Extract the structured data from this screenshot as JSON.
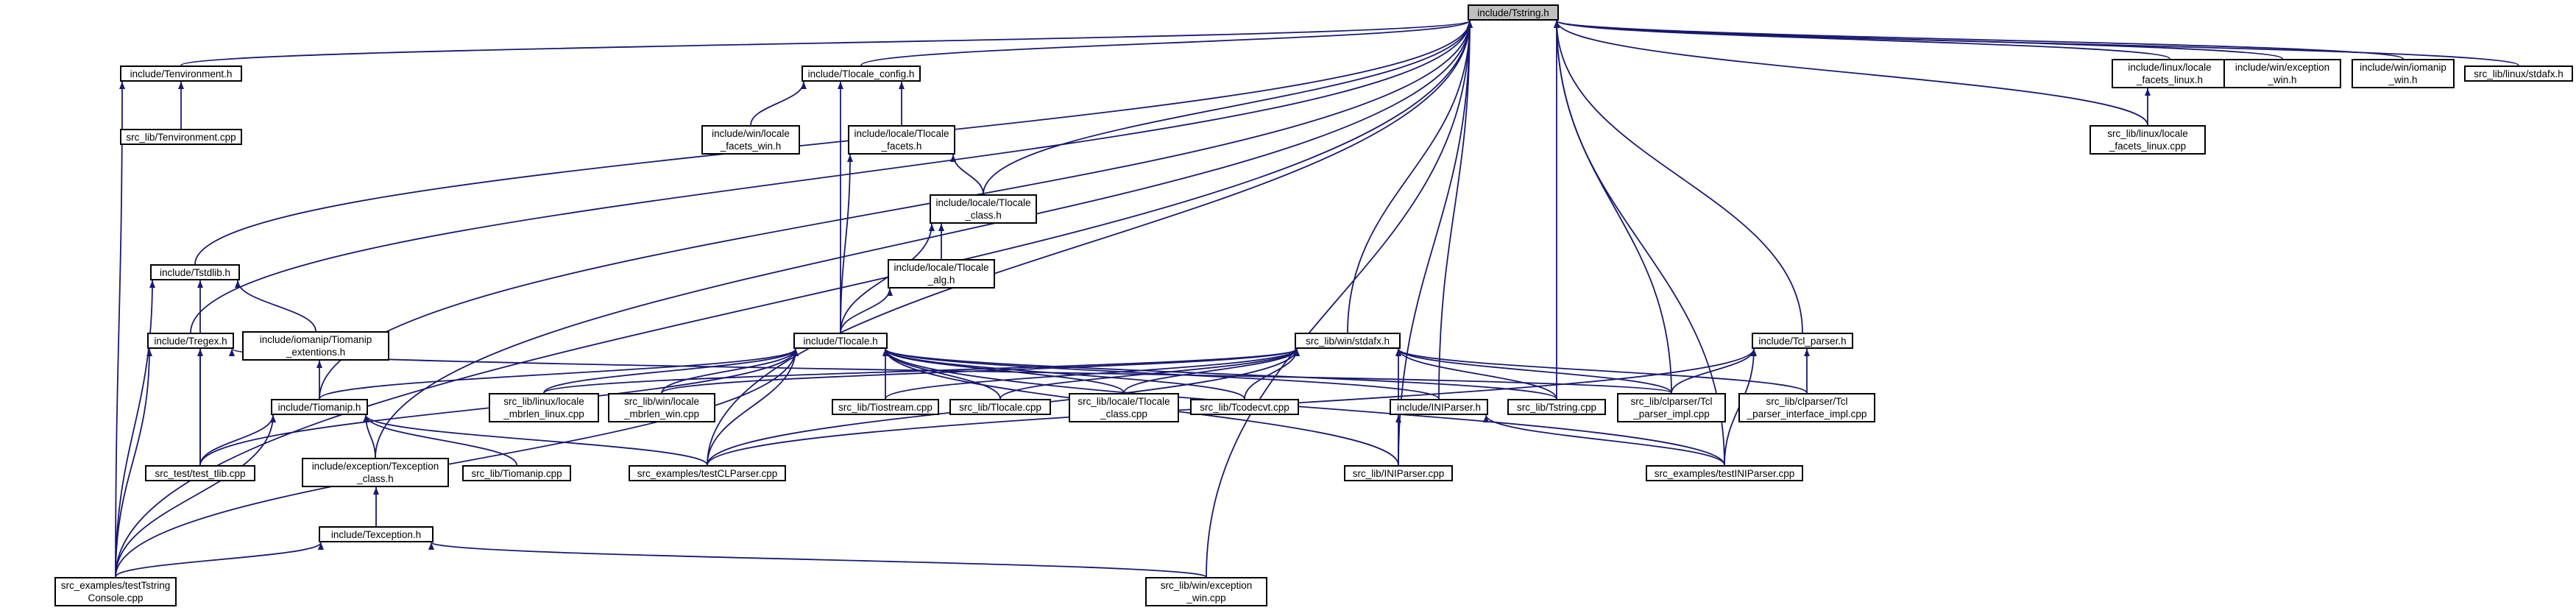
{
  "graph": {
    "root": "n0",
    "edge_color": "#191970",
    "root_fill": "#bfbfbf",
    "nodes": [
      {
        "id": "n0",
        "label": "include/Tstring.h"
      },
      {
        "id": "n1",
        "label": "include/Tenvironment.h"
      },
      {
        "id": "n2",
        "label": "src_lib/Tenvironment.cpp"
      },
      {
        "id": "n3",
        "label": "src_examples/testTstring\nConsole.cpp"
      },
      {
        "id": "n4",
        "label": "include/Tlocale_config.h"
      },
      {
        "id": "n5",
        "label": "include/win/locale\n_facets_win.h"
      },
      {
        "id": "n6",
        "label": "include/locale/Tlocale\n_facets.h"
      },
      {
        "id": "n7",
        "label": "include/locale/Tlocale\n_class.h"
      },
      {
        "id": "n8",
        "label": "include/locale/Tlocale\n_alg.h"
      },
      {
        "id": "n9",
        "label": "include/Tlocale.h"
      },
      {
        "id": "n10",
        "label": "include/Tstdlib.h"
      },
      {
        "id": "n11",
        "label": "include/iomanip/Tiomanip\n_extentions.h"
      },
      {
        "id": "n12",
        "label": "include/Tregex.h"
      },
      {
        "id": "n13",
        "label": "include/Tiomanip.h"
      },
      {
        "id": "n14",
        "label": "src_test/test_tlib.cpp"
      },
      {
        "id": "n15",
        "label": "include/exception/Texception\n_class.h"
      },
      {
        "id": "n16",
        "label": "include/Texception.h"
      },
      {
        "id": "n17",
        "label": "src_lib/win/exception\n_win.cpp"
      },
      {
        "id": "n18",
        "label": "src_lib/Tiomanip.cpp"
      },
      {
        "id": "n19",
        "label": "src_examples/testCLParser.cpp"
      },
      {
        "id": "n20",
        "label": "src_lib/linux/locale\n_mbrlen_linux.cpp"
      },
      {
        "id": "n21",
        "label": "src_lib/win/locale\n_mbrlen_win.cpp"
      },
      {
        "id": "n22",
        "label": "src_lib/Tiostream.cpp"
      },
      {
        "id": "n23",
        "label": "src_lib/Tlocale.cpp"
      },
      {
        "id": "n24",
        "label": "src_lib/locale/Tlocale\n_class.cpp"
      },
      {
        "id": "n25",
        "label": "src_lib/Tcodecvt.cpp"
      },
      {
        "id": "n26",
        "label": "src_lib/win/stdafx.h"
      },
      {
        "id": "n27",
        "label": "include/INIParser.h"
      },
      {
        "id": "n28",
        "label": "src_lib/Tstring.cpp"
      },
      {
        "id": "n29",
        "label": "src_lib/clparser/Tcl\n_parser_impl.cpp"
      },
      {
        "id": "n30",
        "label": "src_lib/clparser/Tcl\n_parser_interface_impl.cpp"
      },
      {
        "id": "n31",
        "label": "src_lib/INIParser.cpp"
      },
      {
        "id": "n32",
        "label": "src_examples/testINIParser.cpp"
      },
      {
        "id": "n33",
        "label": "include/Tcl_parser.h"
      },
      {
        "id": "n34",
        "label": "include/linux/locale\n_facets_linux.h"
      },
      {
        "id": "n35",
        "label": "src_lib/linux/locale\n_facets_linux.cpp"
      },
      {
        "id": "n36",
        "label": "include/win/exception\n_win.h"
      },
      {
        "id": "n37",
        "label": "include/win/iomanip\n_win.h"
      },
      {
        "id": "n38",
        "label": "src_lib/linux/stdafx.h"
      }
    ],
    "edges": [
      [
        "n1",
        "n0"
      ],
      [
        "n2",
        "n1"
      ],
      [
        "n3",
        "n1"
      ],
      [
        "n3",
        "n0"
      ],
      [
        "n4",
        "n0"
      ],
      [
        "n5",
        "n4"
      ],
      [
        "n6",
        "n4"
      ],
      [
        "n9",
        "n4"
      ],
      [
        "n7",
        "n6"
      ],
      [
        "n9",
        "n6"
      ],
      [
        "n7",
        "n0"
      ],
      [
        "n8",
        "n7"
      ],
      [
        "n9",
        "n7"
      ],
      [
        "n9",
        "n8"
      ],
      [
        "n10",
        "n0"
      ],
      [
        "n11",
        "n10"
      ],
      [
        "n14",
        "n10"
      ],
      [
        "n3",
        "n10"
      ],
      [
        "n12",
        "n0"
      ],
      [
        "n14",
        "n12"
      ],
      [
        "n3",
        "n12"
      ],
      [
        "n29",
        "n12"
      ],
      [
        "n13",
        "n11"
      ],
      [
        "n13",
        "n0"
      ],
      [
        "n13",
        "n9"
      ],
      [
        "n14",
        "n13"
      ],
      [
        "n3",
        "n13"
      ],
      [
        "n15",
        "n13"
      ],
      [
        "n18",
        "n13"
      ],
      [
        "n19",
        "n13"
      ],
      [
        "n15",
        "n0"
      ],
      [
        "n16",
        "n15"
      ],
      [
        "n3",
        "n16"
      ],
      [
        "n17",
        "n16"
      ],
      [
        "n17",
        "n0"
      ],
      [
        "n3",
        "n9"
      ],
      [
        "n14",
        "n9"
      ],
      [
        "n20",
        "n9"
      ],
      [
        "n21",
        "n9"
      ],
      [
        "n22",
        "n9"
      ],
      [
        "n23",
        "n9"
      ],
      [
        "n24",
        "n9"
      ],
      [
        "n25",
        "n9"
      ],
      [
        "n28",
        "n9"
      ],
      [
        "n19",
        "n9"
      ],
      [
        "n31",
        "n9"
      ],
      [
        "n32",
        "n9"
      ],
      [
        "n27",
        "n9"
      ],
      [
        "n26",
        "n0"
      ],
      [
        "n20",
        "n26"
      ],
      [
        "n21",
        "n26"
      ],
      [
        "n22",
        "n26"
      ],
      [
        "n23",
        "n26"
      ],
      [
        "n24",
        "n26"
      ],
      [
        "n25",
        "n26"
      ],
      [
        "n28",
        "n26"
      ],
      [
        "n29",
        "n26"
      ],
      [
        "n30",
        "n26"
      ],
      [
        "n31",
        "n26"
      ],
      [
        "n19",
        "n26"
      ],
      [
        "n27",
        "n0"
      ],
      [
        "n31",
        "n27"
      ],
      [
        "n32",
        "n27"
      ],
      [
        "n28",
        "n0"
      ],
      [
        "n29",
        "n0"
      ],
      [
        "n19",
        "n0"
      ],
      [
        "n31",
        "n0"
      ],
      [
        "n32",
        "n0"
      ],
      [
        "n33",
        "n0"
      ],
      [
        "n29",
        "n33"
      ],
      [
        "n30",
        "n33"
      ],
      [
        "n19",
        "n33"
      ],
      [
        "n32",
        "n33"
      ],
      [
        "n34",
        "n0"
      ],
      [
        "n35",
        "n34"
      ],
      [
        "n35",
        "n0"
      ],
      [
        "n36",
        "n0"
      ],
      [
        "n37",
        "n0"
      ],
      [
        "n38",
        "n0"
      ]
    ]
  }
}
